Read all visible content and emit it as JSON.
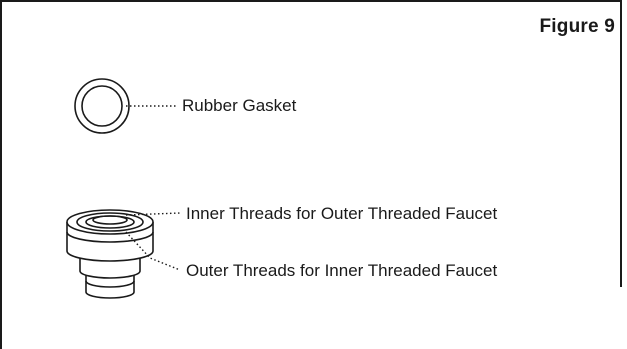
{
  "figure": {
    "label": "Figure 9"
  },
  "parts": [
    {
      "id": "gasket",
      "label": "Rubber Gasket"
    },
    {
      "id": "inner-threads",
      "label": "Inner Threads for Outer Threaded Faucet"
    },
    {
      "id": "outer-threads",
      "label": "Outer Threads for Inner Threaded Faucet"
    }
  ],
  "colors": {
    "line": "#1a1a1a",
    "background": "#ffffff"
  }
}
